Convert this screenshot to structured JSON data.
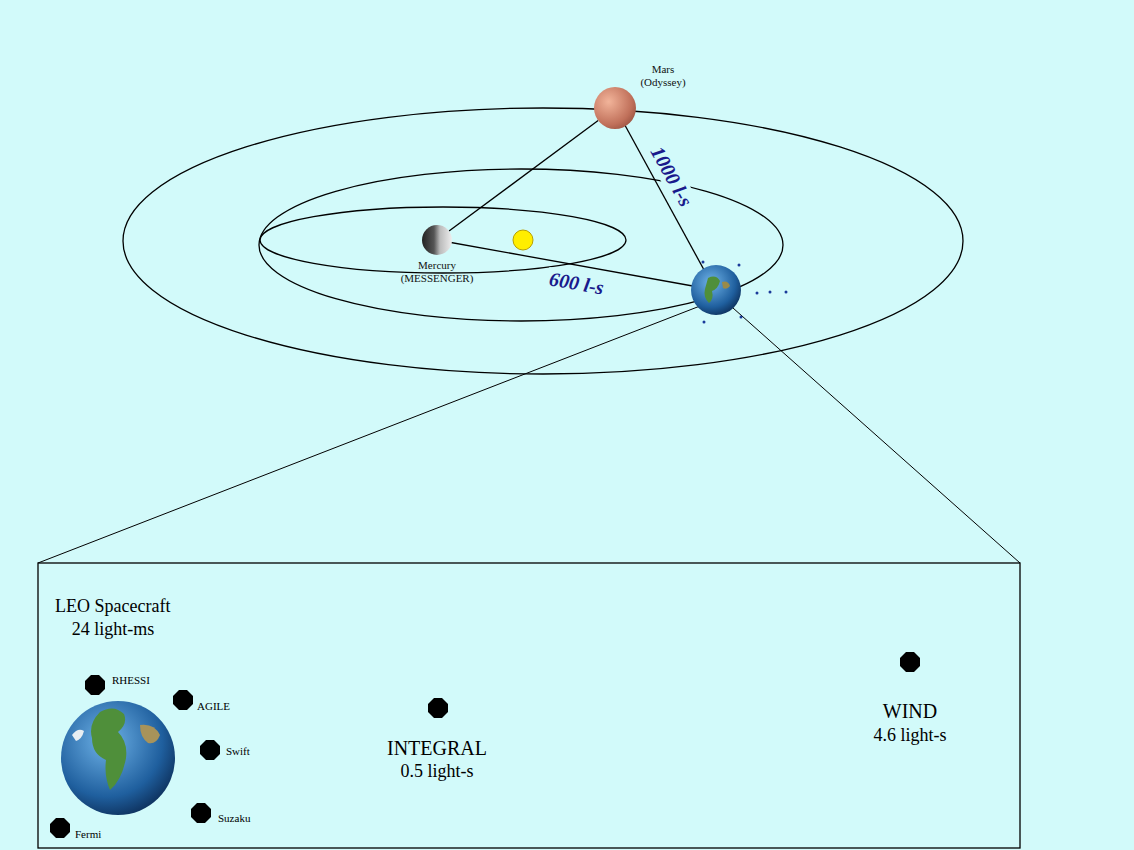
{
  "diagram": {
    "nodes": [
      {
        "text": [
          "Mars (Odyssey)"
        ]
      },
      {
        "text": [
          "Mercury (MESSENGER)"
        ]
      }
    ],
    "edges": [
      {
        "from": 1,
        "to": 0,
        "arrow": "none"
      }
    ],
    "labels": [
      "1000 l-s",
      "600 l-s",
      "LEO Spacecraft",
      "24 light-ms",
      "RHESSI",
      "AGILE",
      "Swift",
      "Suzaku",
      "Fermi",
      "INTEGRAL",
      "0.5 light-s",
      "WIND",
      "4.6 light-s"
    ]
  }
}
